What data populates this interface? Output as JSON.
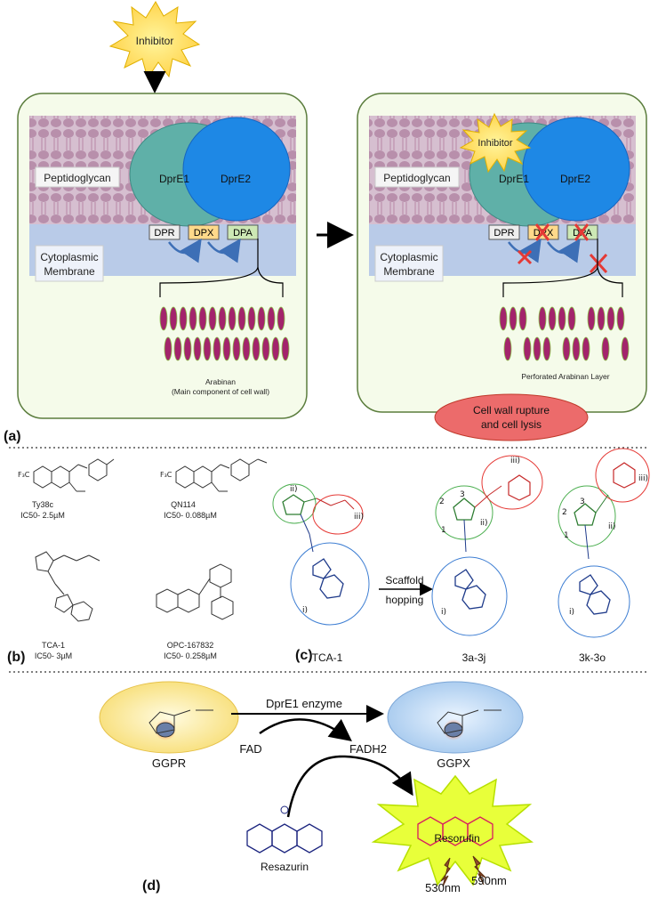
{
  "panel_a": {
    "inhibitor_top": "Inhibitor",
    "inhibitor_right": "Inhibitor",
    "peptidoglycan_left": "Peptidoglycan",
    "peptidoglycan_right": "Peptidoglycan",
    "cyto_left_1": "Cytoplasmic",
    "cyto_left_2": "Membrane",
    "cyto_right_1": "Cytoplasmic",
    "cyto_right_2": "Membrane",
    "dpre1_left": "DprE1",
    "dpre2_left": "DprE2",
    "dpre1_right": "DprE1",
    "dpre2_right": "DprE2",
    "dpr_left": "DPR",
    "dpx_left": "DPX",
    "dpa_left": "DPA",
    "dpr_right": "DPR",
    "dpx_right": "DPX",
    "dpa_right": "DPA",
    "arabinan": "Arabinan",
    "arabinan_sub": "(Main component of cell wall)",
    "perforated": "Perforated Arabinan Layer",
    "rupture_1": "Cell wall rupture",
    "rupture_2": "and cell lysis",
    "label": "(a)"
  },
  "panel_b": {
    "ty38c_name": "Ty38c",
    "ty38c_ic": "IC50- 2.5µM",
    "qn114_name": "QN114",
    "qn114_ic": "IC50- 0.088µM",
    "tca1_name": "TCA-1",
    "tca1_ic": "IC50- 3µM",
    "opc_name": "OPC-167832",
    "opc_ic": "IC50- 0.258µM",
    "label": "(b)"
  },
  "panel_c": {
    "tca1": "TCA-1",
    "scaffold_1": "Scaffold",
    "scaffold_2": "hopping",
    "series1": "3a-3j",
    "series2": "3k-3o",
    "label": "(c)"
  },
  "panel_d": {
    "ggpr": "GGPR",
    "ggpx": "GGPX",
    "enzyme": "DprE1 enzyme",
    "fad": "FAD",
    "fadh2": "FADH2",
    "resazurin": "Resazurin",
    "resorufin": "Resorufin",
    "wl1": "530nm",
    "wl2": "590nm",
    "label": "(d)"
  },
  "colors": {
    "membrane_pink": "#c9a9bf",
    "cyto_blue": "#b3c6e6",
    "dpre1": "#5fb0a8",
    "dpre2": "#1e88e5",
    "arabinan": "#a3246c",
    "burst_yellow": "#ffec3d",
    "lysis_red": "#ec6b6b"
  }
}
